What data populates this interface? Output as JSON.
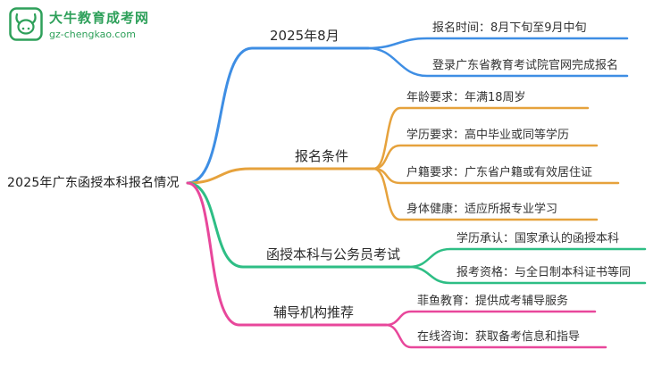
{
  "logo": {
    "title": "大牛教育成考网",
    "subtitle": "gz-chengkao.com",
    "brand_color": "#2EA05A"
  },
  "root": {
    "label": "2025年广东函授本科报名情况"
  },
  "branches": [
    {
      "label": "2025年8月",
      "color": "#3E8EE4",
      "children": [
        "报名时间：8月下旬至9月中旬",
        "登录广东省教育考试院官网完成报名"
      ]
    },
    {
      "label": "报名条件",
      "color": "#E6A23C",
      "children": [
        "年龄要求：年满18周岁",
        "学历要求：高中毕业或同等学历",
        "户籍要求：广东省户籍或有效居住证",
        "身体健康：适应所报专业学习"
      ]
    },
    {
      "label": "函授本科与公务员考试",
      "color": "#2EBE85",
      "children": [
        "学历承认：国家承认的函授本科",
        "报考资格：与全日制本科证书等同"
      ]
    },
    {
      "label": "辅导机构推荐",
      "color": "#E8479B",
      "children": [
        "菲鱼教育：提供成考辅导服务",
        "在线咨询：获取备考信息和指导"
      ]
    }
  ]
}
